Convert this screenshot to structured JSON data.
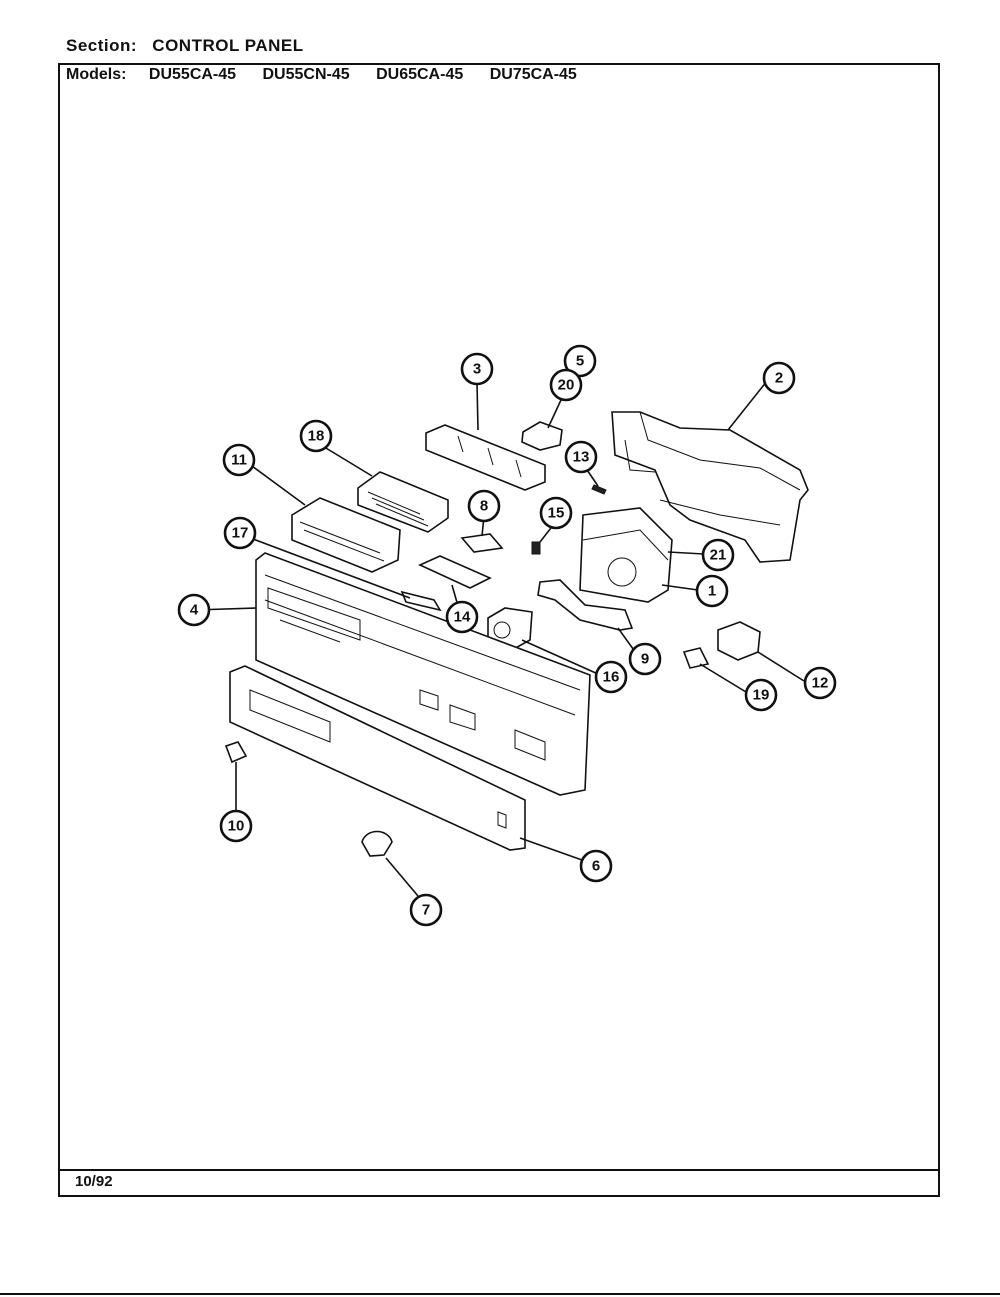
{
  "header": {
    "section_label": "Section:",
    "section_value": "CONTROL PANEL",
    "models_label": "Models:",
    "models": [
      "DU55CA-45",
      "DU55CN-45",
      "DU65CA-45",
      "DU75CA-45"
    ]
  },
  "footer": {
    "date": "10/92"
  },
  "diagram": {
    "callouts": [
      "1",
      "2",
      "3",
      "4",
      "5",
      "6",
      "7",
      "8",
      "9",
      "10",
      "11",
      "12",
      "13",
      "14",
      "15",
      "16",
      "17",
      "18",
      "19",
      "20",
      "21"
    ]
  }
}
